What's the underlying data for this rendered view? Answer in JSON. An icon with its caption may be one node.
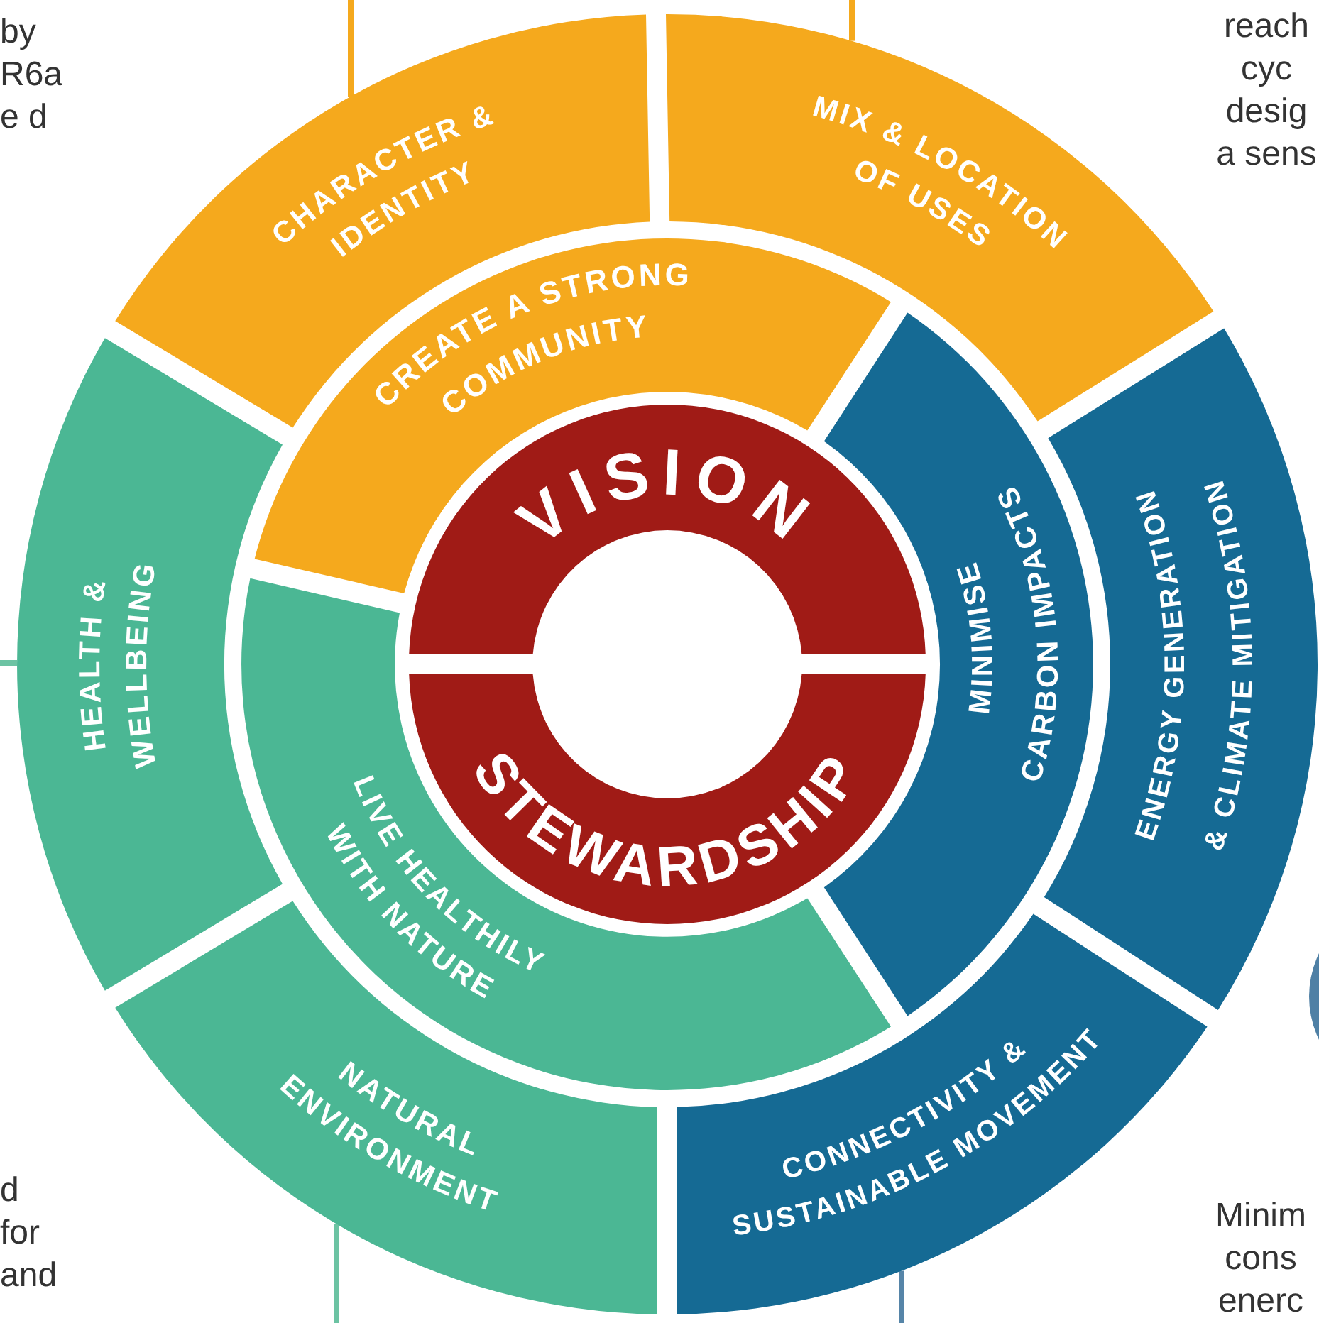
{
  "diagram": {
    "nodes": [
      {
        "text": [
          "CHARACTER & IDENTITY"
        ]
      },
      {
        "text": [
          "MIX & LOCATION OF USES"
        ]
      },
      {
        "text": [
          "CREATE A STRONG COMMUNITY"
        ]
      },
      {
        "text": [
          "VISION"
        ]
      },
      {
        "text": [
          "HEALTH & WELLBEING"
        ]
      },
      {
        "text": [
          "MINIMISE CARBON IMPACTS"
        ]
      },
      {
        "text": [
          "ENERGY GENERATION & CLIMATE MITIGATION"
        ]
      },
      {
        "text": [
          "STEWARDSHIP"
        ]
      },
      {
        "text": [
          "LIVE HEALTHILY WITH NATURE"
        ]
      },
      {
        "text": [
          "NATURAL ENVIRONMENT"
        ]
      },
      {
        "text": [
          "CONNECTIVITY & SUSTAINABLE MOVEMENT"
        ]
      }
    ],
    "edges": [
      {
        "from": 0,
        "to": null,
        "arrow": "none",
        "color": "#f5a91d"
      },
      {
        "from": 1,
        "to": null,
        "arrow": "none",
        "color": "#f5a91d"
      },
      {
        "from": 4,
        "to": null,
        "arrow": "none",
        "color": "#6cc3a3"
      },
      {
        "from": 9,
        "to": null,
        "arrow": "none",
        "color": "#6cc3a3"
      },
      {
        "from": 10,
        "to": null,
        "arrow": "none",
        "color": "#5685a8"
      }
    ],
    "labels": [
      "by R6a e d",
      "reach cyc desig a sens",
      "d for and",
      "Minim cons enerc"
    ]
  }
}
